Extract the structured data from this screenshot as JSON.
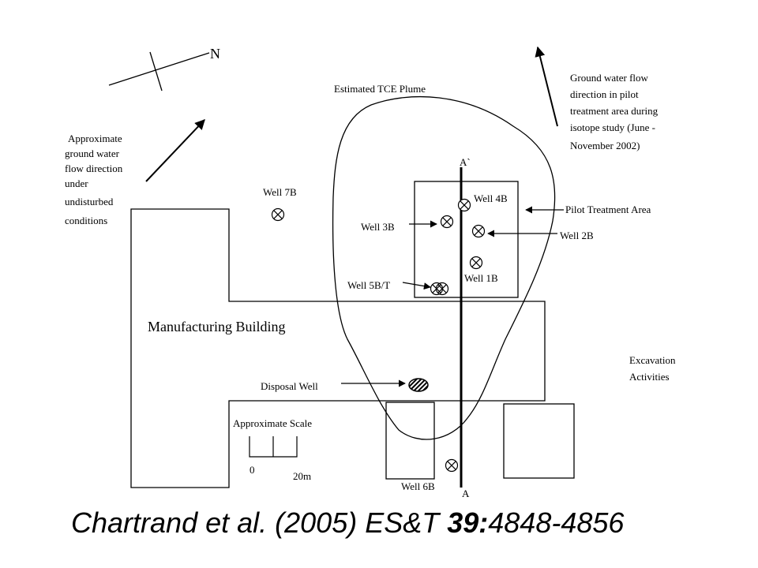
{
  "labels": {
    "north": "N",
    "plume": "Estimated TCE Plume",
    "gw_undisturbed": [
      "Approximate",
      "ground water",
      "flow direction",
      "under",
      "undisturbed",
      "conditions"
    ],
    "gw_pilot": [
      "Ground water flow",
      "direction in pilot",
      "treatment area during",
      "isotope study (June -",
      "November 2002)"
    ],
    "section_top": "A`",
    "section_bottom": "A",
    "pilot_area": "Pilot Treatment Area",
    "building": "Manufacturing Building",
    "excavation": [
      "Excavation",
      "Activities"
    ],
    "scale_title": "Approximate Scale",
    "scale_zero": "0",
    "scale_20": "20m"
  },
  "wells": [
    {
      "id": "7b",
      "label": "Well 7B"
    },
    {
      "id": "4b",
      "label": "Well 4B"
    },
    {
      "id": "3b",
      "label": "Well 3B"
    },
    {
      "id": "2b",
      "label": "Well 2B"
    },
    {
      "id": "1b",
      "label": "Well 1B"
    },
    {
      "id": "5bt",
      "label": "Well 5B/T"
    },
    {
      "id": "6b",
      "label": "Well 6B"
    },
    {
      "id": "disposal",
      "label": "Disposal Well"
    }
  ],
  "citation": {
    "authors": "Chartrand et al. (2005) ES&T ",
    "volume": "39:",
    "pages": "4848-4856"
  }
}
